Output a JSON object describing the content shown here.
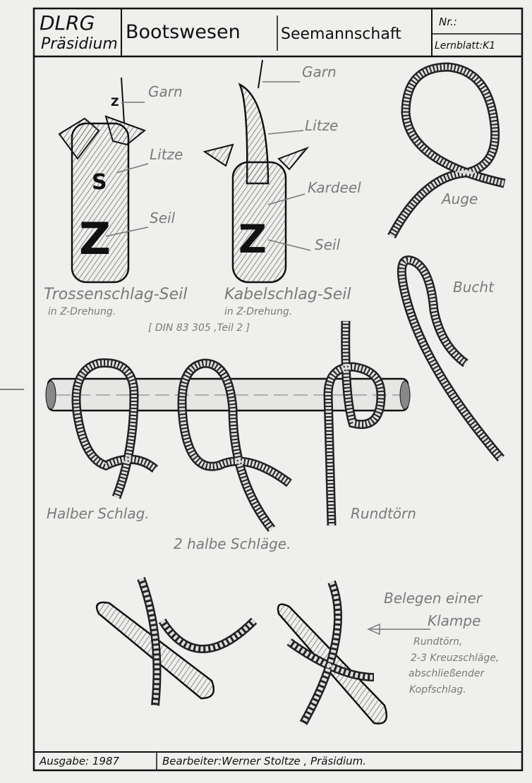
{
  "header": {
    "org": "DLRG",
    "org_sub": "Präsidium",
    "subject": "Bootswesen",
    "topic": "Seemannschaft",
    "nr_label": "Nr.:",
    "sheet": "Lernblatt:K1"
  },
  "rope_structure": {
    "left": {
      "garn": "Garn",
      "litze": "Litze",
      "seil": "Seil",
      "title": "Trossenschlag-Seil",
      "sub": "in Z-Drehung.",
      "mark_z1": "Z",
      "mark_s": "S",
      "mark_z2": "Z"
    },
    "right": {
      "garn": "Garn",
      "litze": "Litze",
      "kardeel": "Kardeel",
      "seil": "Seil",
      "title": "Kabelschlag-Seil",
      "sub": "in Z-Drehung."
    },
    "norm": "[ DIN 83 305 ,Teil 2 ]"
  },
  "loops": {
    "auge": "Auge",
    "bucht": "Bucht"
  },
  "hitches": {
    "halber": "Halber Schlag.",
    "zwei": "2 halbe Schläge.",
    "rundtoern": "Rundtörn"
  },
  "klampe": {
    "title1": "Belegen einer",
    "title2": "Klampe",
    "steps": [
      "Rundtörn,",
      "2-3 Kreuzschläge,",
      "abschließender",
      "Kopfschlag."
    ]
  },
  "footer": {
    "edition": "Ausgabe: 1987",
    "author": "Bearbeiter:Werner Stoltze , Präsidium."
  }
}
